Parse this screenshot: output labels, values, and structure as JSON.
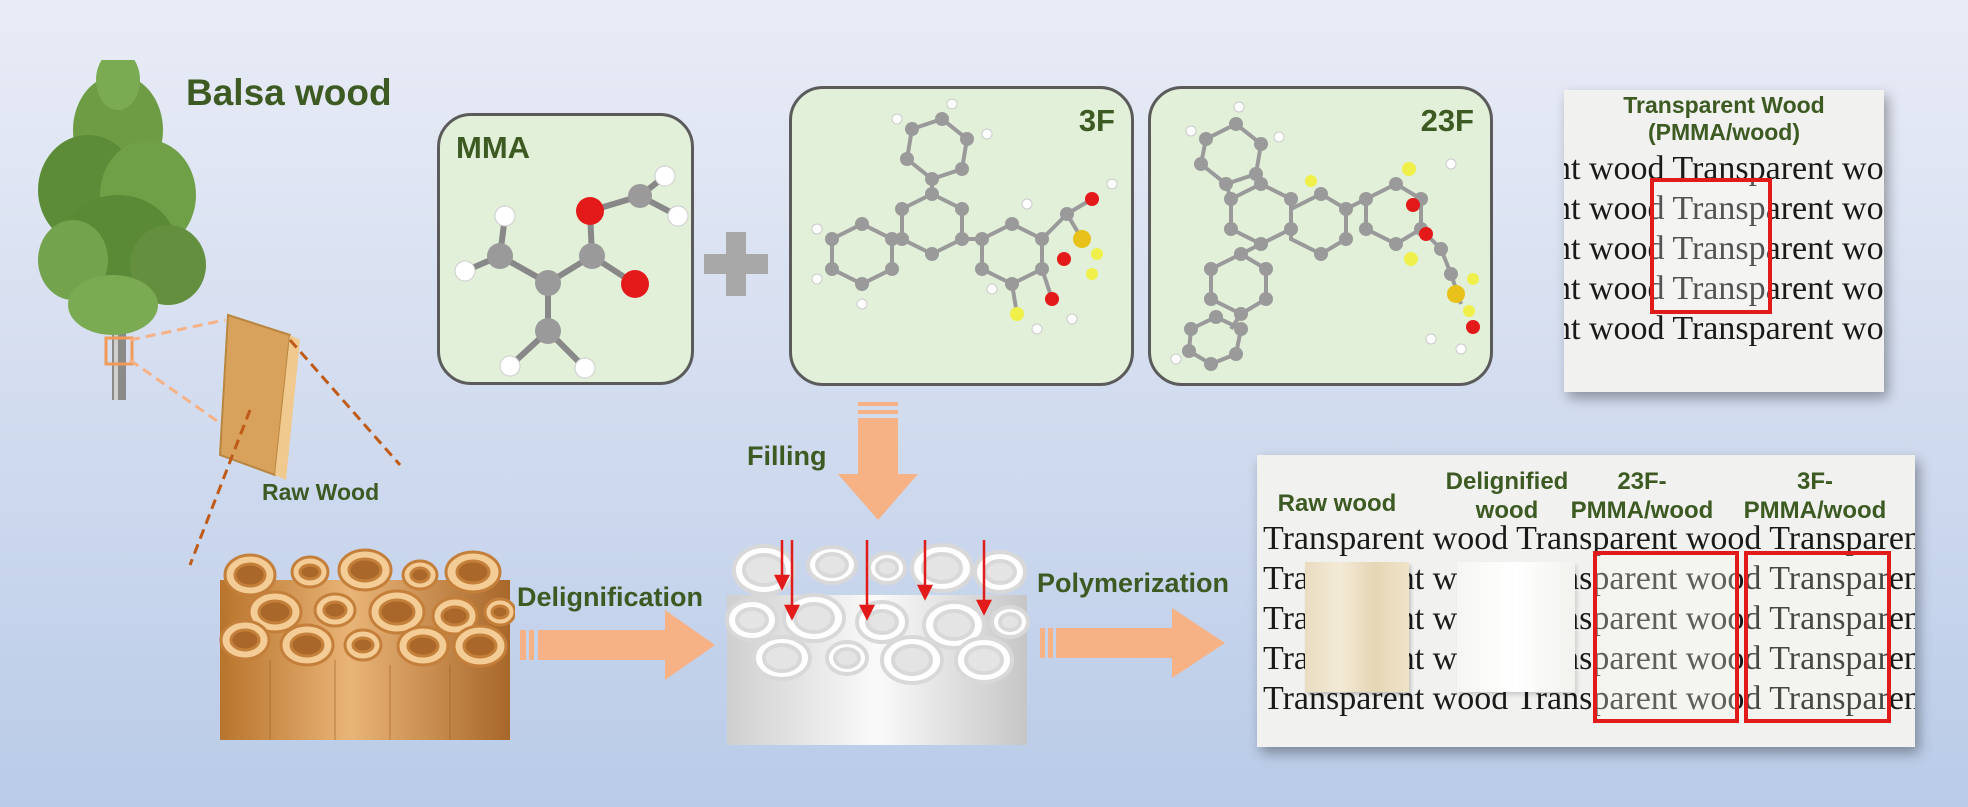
{
  "balsa_title": "Balsa wood",
  "raw_wood_label": "Raw Wood",
  "molecules": [
    {
      "label": "MMA"
    },
    {
      "label": "3F"
    },
    {
      "label": "23F"
    }
  ],
  "filling_label": "Filling",
  "delignification_label": "Delignification",
  "polymerization_label": "Polymerization",
  "transparent_photo": {
    "title_line1": "Transparent Wood",
    "title_line2": "(PMMA/wood)",
    "text_line": "nt wood Transparent wo"
  },
  "sample_photo": {
    "col_raw": "Raw wood",
    "col_delig_1": "Delignified",
    "col_delig_2": "wood",
    "col_23f_1": "23F-",
    "col_23f_2": "PMMA/wood",
    "col_3f_1": "3F-",
    "col_3f_2": "PMMA/wood",
    "text_line": "Transparent wood Transparent wood Transparent"
  },
  "colors": {
    "label_green": "#3d5a22",
    "arrow_orange": "#f6b184",
    "panel_fill": "#e2efd9",
    "highlight_red": "#e31a1a",
    "wood_orange": "#d99a55"
  }
}
